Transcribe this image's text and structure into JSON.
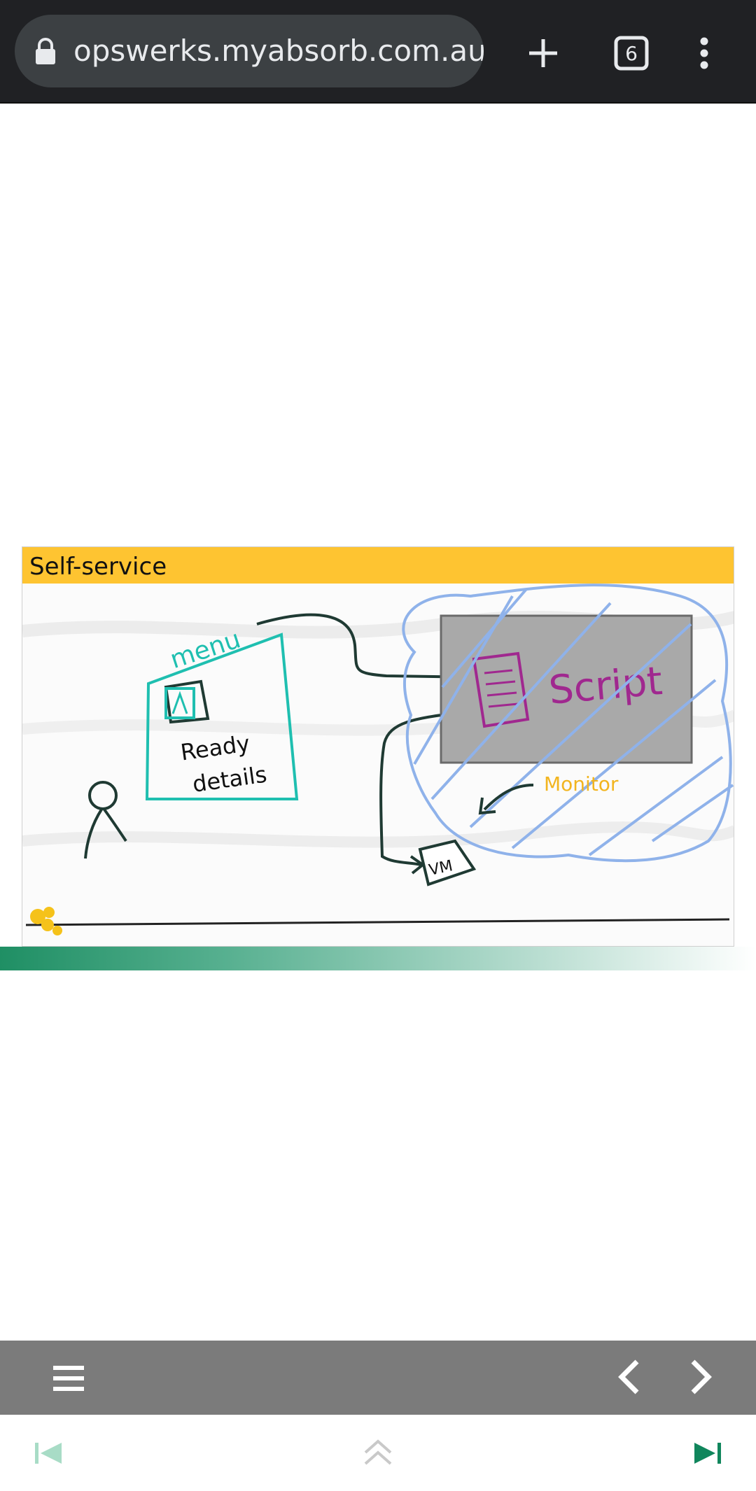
{
  "browser": {
    "url": "opswerks.myabsorb.com.au",
    "tab_count": "6"
  },
  "slide": {
    "title": "Self-service",
    "sketch_labels": {
      "menu": "menu",
      "ready": "Ready",
      "details": "details",
      "script": "Script",
      "monitor": "Monitor",
      "vm": "VM"
    }
  },
  "colors": {
    "title_bar": "#fec431",
    "teal": "#1fbfb0",
    "purple": "#a0288f",
    "blue_scribble": "#8fb2ea",
    "progress_start": "#1f8f64"
  },
  "controls": {
    "menu_icon": "hamburger-icon",
    "prev_icon": "chevron-left-icon",
    "next_icon": "chevron-right-icon",
    "first_icon": "skip-first-icon",
    "up_icon": "double-chevron-up-icon",
    "last_icon": "skip-last-icon"
  }
}
